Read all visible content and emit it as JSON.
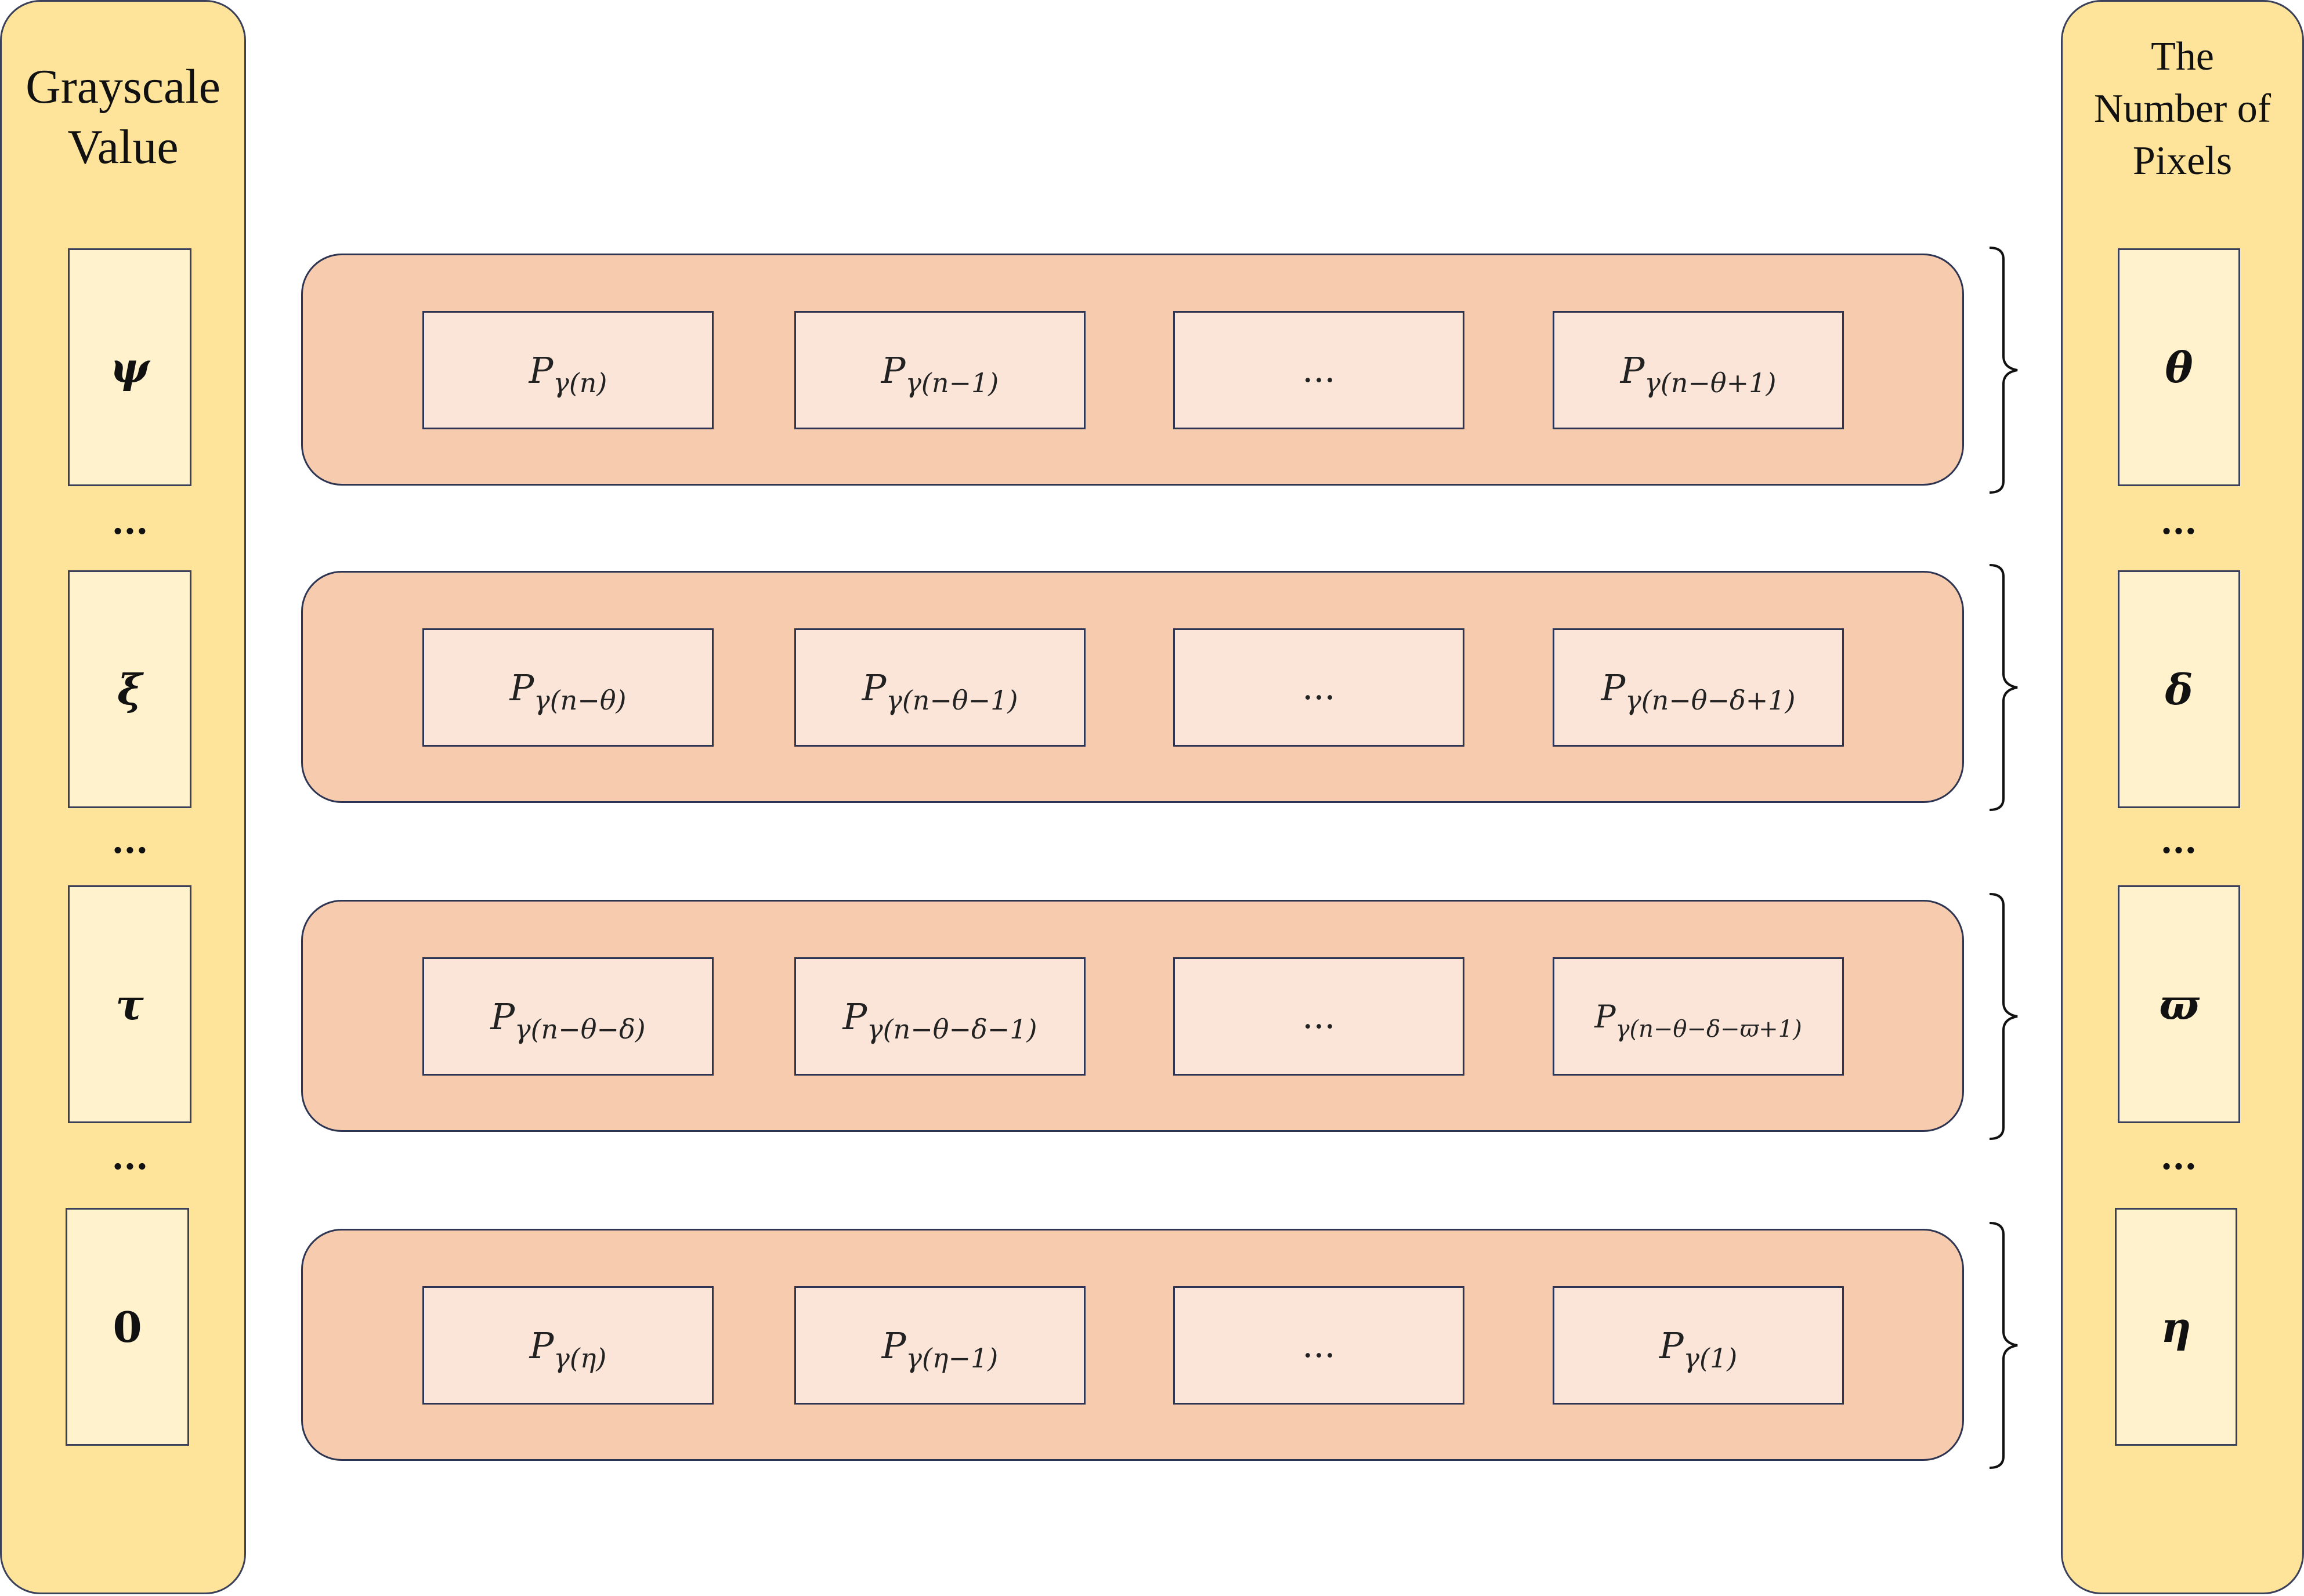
{
  "left_column": {
    "title_lines": [
      "Grayscale",
      "Value"
    ],
    "values": [
      "ψ",
      "ξ",
      "τ",
      "0"
    ],
    "separator": "..."
  },
  "right_column": {
    "title_lines": [
      "The",
      "Number of",
      "Pixels"
    ],
    "values": [
      "θ",
      "δ",
      "ϖ",
      "η"
    ],
    "separator": "..."
  },
  "rows": [
    {
      "cells": [
        {
          "main": "P",
          "sub": "γ(n)"
        },
        {
          "main": "P",
          "sub": "γ(n−1)"
        },
        {
          "main": "...",
          "sub": ""
        },
        {
          "main": "P",
          "sub": "γ(n−θ+1)"
        }
      ]
    },
    {
      "cells": [
        {
          "main": "P",
          "sub": "γ(n−θ)"
        },
        {
          "main": "P",
          "sub": "γ(n−θ−1)"
        },
        {
          "main": "...",
          "sub": ""
        },
        {
          "main": "P",
          "sub": "γ(n−θ−δ+1)"
        }
      ]
    },
    {
      "cells": [
        {
          "main": "P",
          "sub": "γ(n−θ−δ)"
        },
        {
          "main": "P",
          "sub": "γ(n−θ−δ−1)"
        },
        {
          "main": "...",
          "sub": ""
        },
        {
          "main": "P",
          "sub": "γ(n−θ−δ−ϖ+1)"
        }
      ]
    },
    {
      "cells": [
        {
          "main": "P",
          "sub": "γ(η)"
        },
        {
          "main": "P",
          "sub": "γ(η−1)"
        },
        {
          "main": "...",
          "sub": ""
        },
        {
          "main": "P",
          "sub": "γ(1)"
        }
      ]
    }
  ]
}
